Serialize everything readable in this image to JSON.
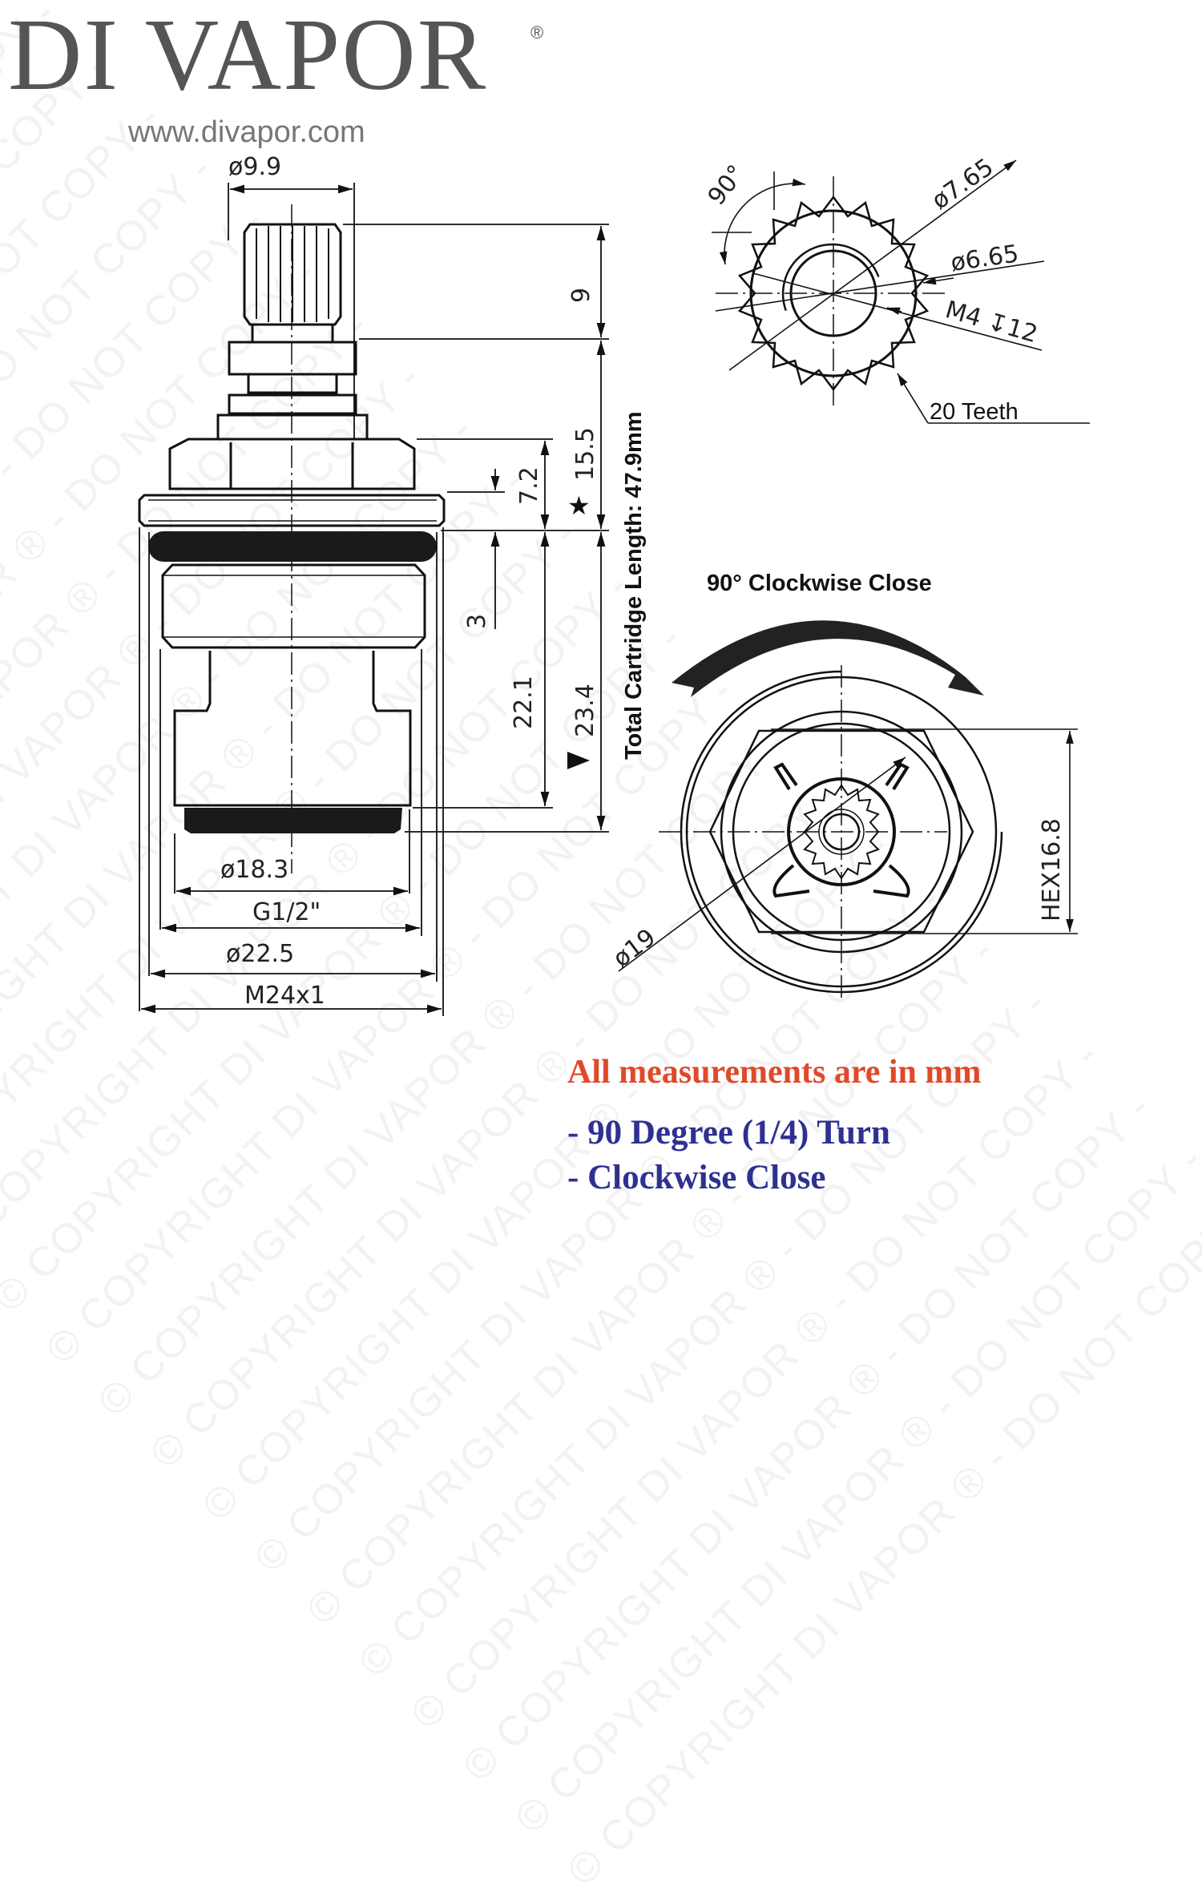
{
  "brand": {
    "name": "DI VAPOR",
    "registered_mark": "®",
    "url": "www.divapor.com",
    "text_color": "#555555"
  },
  "watermark": {
    "text": "© COPYRIGHT DI VAPOR ® - DO NOT COPY - "
  },
  "side_view": {
    "spindle_diameter": "ø9.9",
    "spindle_height": "9",
    "nut_height_star": "15.5",
    "flange_height": "7.2",
    "thread_gap": "3",
    "body_length": "22.1",
    "body_length_triangle": "23.4",
    "total_length_label": "Total Cartridge Length: 47.9mm",
    "base_diameter": "ø18.3",
    "thread_g": "G1/2\"",
    "thread_diameter": "ø22.5",
    "flange_thread": "M24x1"
  },
  "spline_view": {
    "rotation_angle": "90°",
    "outer_diameter": "ø7.65",
    "inner_diameter": "ø6.65",
    "screw_thread": "M4 ↧12",
    "teeth_count": "20 Teeth"
  },
  "top_view": {
    "title": "90° Clockwise Close",
    "outer_diameter": "ø19",
    "hex_size": "HEX16.8"
  },
  "notes": {
    "title": "All measurements are in mm",
    "title_color": "#e0492a",
    "item_color": "#2e3191",
    "items": [
      "- 90 Degree (1/4) Turn",
      "- Clockwise Close"
    ]
  }
}
